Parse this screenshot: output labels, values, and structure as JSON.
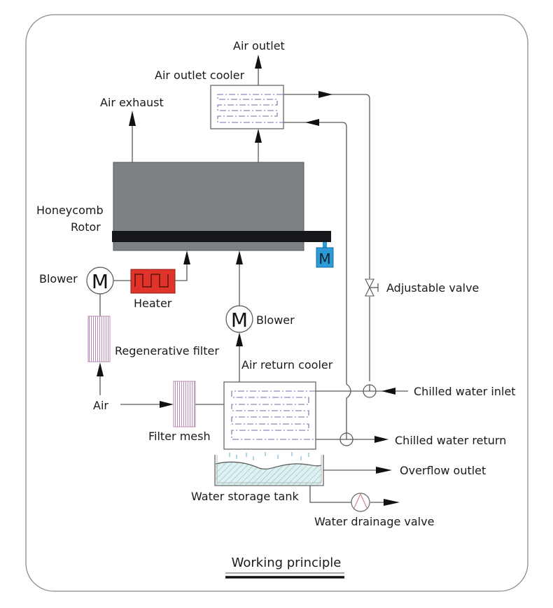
{
  "title": "Working principle",
  "labels": {
    "air_outlet": "Air outlet",
    "air_outlet_cooler": "Air outlet cooler",
    "air_exhaust": "Air exhaust",
    "honeycomb": "Honeycomb",
    "rotor": "Rotor",
    "blower_left": "Blower",
    "motor_symbol": "M",
    "heater": "Heater",
    "regenerative_filter": "Regenerative filter",
    "blower_center": "Blower",
    "air_return_cooler": "Air return cooler",
    "air": "Air",
    "filter_mesh": "Filter mesh",
    "adjustable_valve": "Adjustable valve",
    "chilled_water_inlet": "Chilled water inlet",
    "chilled_water_return": "Chilled water return",
    "overflow_outlet": "Overflow outlet",
    "water_storage_tank": "Water storage tank",
    "water_drainage_valve": "Water drainage valve"
  },
  "colors": {
    "rotor_body": "#7e8185",
    "rotor_shaft": "#16171a",
    "heater": "#e0342a",
    "rotor_motor": "#2b9ad6",
    "filter": "#b58bb0",
    "water": "#cfe9e9"
  }
}
